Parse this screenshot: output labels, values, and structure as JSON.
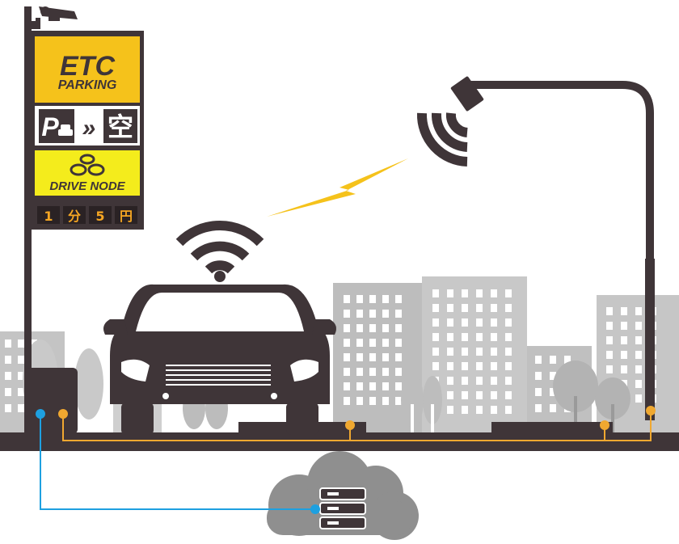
{
  "sign": {
    "etc_line1": "ETC",
    "etc_line2": "PARKING",
    "parking_letter": "P",
    "arrows": "»",
    "vacancy_char": "空",
    "brand_name": "DRIVE NODE",
    "rate_cells": [
      "1",
      "分",
      "5",
      "円"
    ]
  },
  "colors": {
    "dark": "#3f3538",
    "accent_yellow": "#f5c21b",
    "sign_yellow": "#f4ec1c",
    "wire_orange": "#f0a830",
    "wire_blue": "#1ea0e0",
    "building_gray": "#c4c4c4",
    "cloud_gray": "#8f8f8f"
  },
  "icons": [
    "camera-icon",
    "wifi-icon",
    "radio-waves-icon",
    "lightning-icon",
    "car-icon",
    "server-icon",
    "cloud-icon",
    "tree-icon"
  ]
}
